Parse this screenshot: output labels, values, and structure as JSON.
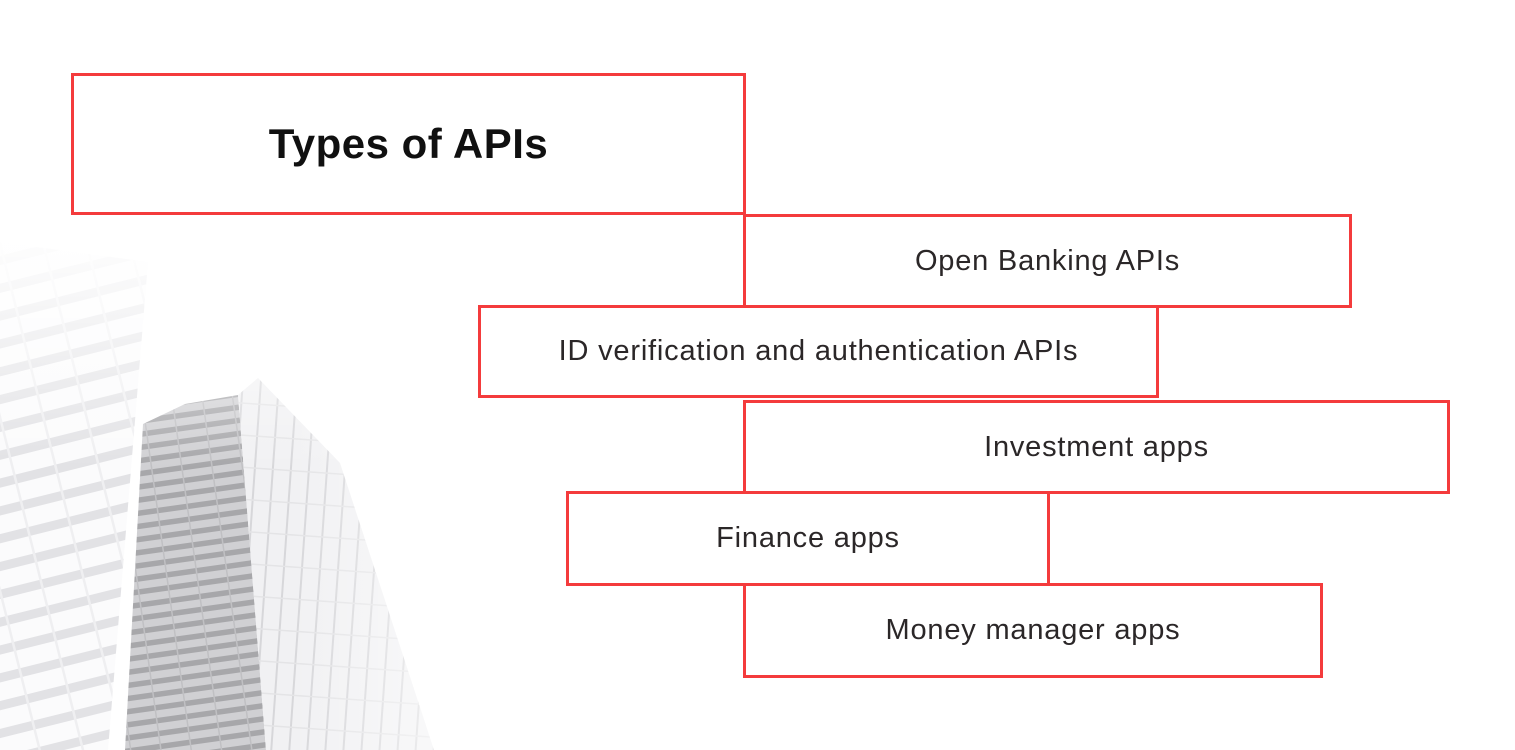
{
  "page": {
    "background_color": "#ffffff"
  },
  "diagram": {
    "title": "Types of APIs",
    "accent_color": "#f43b3c",
    "title_color": "#101010",
    "node_text_color": "#2b2728",
    "nodes": [
      {
        "id": "open-banking-apis",
        "label": "Open Banking APIs"
      },
      {
        "id": "id-verification-apis",
        "label": "ID verification and authentication APIs"
      },
      {
        "id": "investment-apps",
        "label": "Investment apps"
      },
      {
        "id": "finance-apps",
        "label": "Finance apps"
      },
      {
        "id": "money-manager-apps",
        "label": "Money manager apps"
      }
    ]
  },
  "decoration": {
    "skyscraper_image": "low-angle grayscale glass skyscrapers, bottom-left corner"
  }
}
